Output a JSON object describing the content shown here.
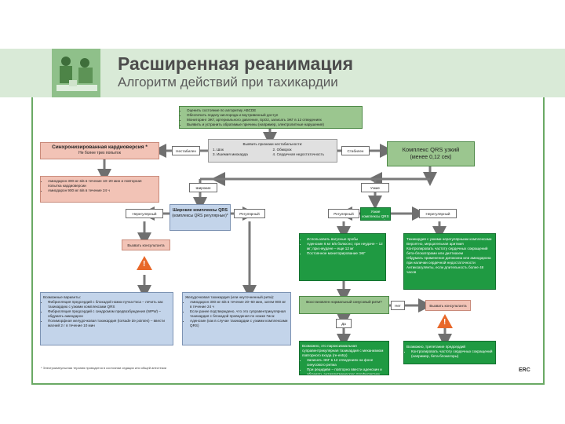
{
  "header": {
    "title": "Расширенная реанимация",
    "subtitle": "Алгоритм действий при тахикардии"
  },
  "boxes": {
    "assess": [
      "Оценить состояние по алгоритму ABCDE",
      "Обеспечить подачу кислорода и внутривенный доступ",
      "Мониторинг ЭКГ, артериального давления, SpO2, записать ЭКГ в 12 отведениях",
      "Выявить и устранить обратимые причины (например, электролитные нарушения)"
    ],
    "sync_title": "Синхронизированная кардиоверсия *",
    "sync_sub": "Не более трех попыток",
    "unstable_label": "Нестабилен",
    "signs_head": "Выявить признаки нестабильности:",
    "signs": [
      "1. Шок",
      "2. Обморок",
      "3. Ишемия миокарда",
      "4. Сердечная недостаточность"
    ],
    "stable_label": "Стабилен",
    "qrs_title": "Комплекс QRS узкий",
    "qrs_sub": "(менее 0,12 сек)",
    "amio": [
      "Амиодарон 300 мг в/в в течение 10–20 мин и повторная попытка кардиоверсии",
      "Амиодарон 900 мг в/в в течение 24 ч"
    ],
    "wide_label": "Широкие",
    "narrow_label": "Узкие",
    "irregular_l": "Нерегулярный",
    "wide_box_title": "Широкие комплексы QRS",
    "wide_box_sub": "(комплексы QRS регулярные)*",
    "regular_l": "Регулярный",
    "narrow_box": "Узкие комплексы QRS Регулярный ритм",
    "regular_r": "Регулярный",
    "irregular_r": "Нерегулярный",
    "expert": "Вызвать консультанта",
    "vagal": [
      "Использовать вагусные пробы",
      "Аденозин 6 мг в/в болюсно; при неудаче – 12 мг; при неудаче – еще 12 мг",
      "Постоянное мониторирование ЭКГ"
    ],
    "irregular_tachy": [
      "Тахикардия с узкими нерегулярными комплексами",
      "Вероятно, мерцательная аритмия",
      "Контролировать частоту сердечных сокращений бета-блокаторами или дилтиазем",
      "Обдумать применение дигоксина или амиодарона при наличии сердечной недостаточности",
      "Антикоагулянты, если длительность более 48 часов"
    ],
    "wide_irregular_head": "Возможные варианты:",
    "wide_irregular": [
      "Фибрилляция предсердий с блокадой ножки пучка Гиса – лечить как тахикардию с узкими комплексами QRS",
      "Фибрилляция предсердий с синдромом предвозбуждения (WPW) – обдумать амиодарон",
      "Полиморфная желудочковая тахикардия (torsade de pointes) – ввести магний 2 г в течение 10 мин"
    ],
    "wide_regular_head": "Желудочковая тахикардия (или неуточненный ритм):",
    "wide_regular": [
      "Амиодарон 300 мг в/в в течение 20–60 мин, затем 900 мг в течение 24 ч",
      "Если ранее подтверждено, что это суправентрикулярная тахикардия с блокадой проведения по ножке Гиса:",
      "Аденозин (как в случае тахикардии с узкими комплексами QRS)"
    ],
    "restore": "Восстановлен нормальный синусовый ритм?",
    "no": "Нет",
    "expert2": "Вызвать консультанта",
    "yes": "Да",
    "reentry": [
      "Возможно, это пароксизмальная суправентрикулярная тахикардия с механизмом повторного входа (re-entry)",
      "Записать ЭКГ в 12 отведениях на фоне синусового ритма",
      "При рецидиве – повторно ввести аденозин и обдумать антиаритмическую профилактику"
    ],
    "flutter": [
      "Возможно, трепетание предсердий",
      "Контролировать частоту сердечных сокращений (например, бета-блокаторы)"
    ]
  },
  "footnote": "* Электроимпульсная терапия проводится в состоянии седации или общей анестезии",
  "brand": "ERC",
  "colors": {
    "banner": "#d9ead7",
    "frame": "#6aa964",
    "green": "#9bc68f",
    "dark_green": "#1f9a42",
    "warning": "#e8682a"
  }
}
